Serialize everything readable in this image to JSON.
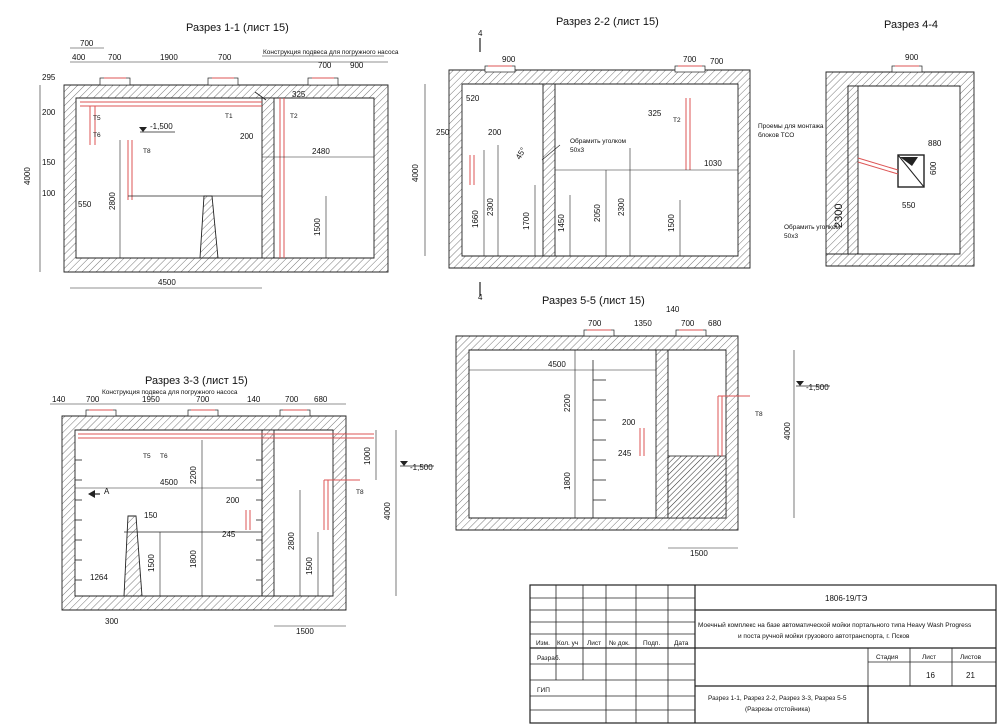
{
  "sections": {
    "s11": {
      "title": "Разрез 1-1 (лист 15)",
      "note": "Конструкция подвеса для погружного насоса",
      "dims": {
        "d700a": "700",
        "d400": "400",
        "d700b": "700",
        "d1900": "1900",
        "d700c": "700",
        "d700d": "700",
        "d900": "900",
        "d295": "295",
        "d200": "200",
        "d150": "150",
        "d100": "100",
        "d4000": "4000",
        "d550": "550",
        "d2800": "2800",
        "d200b": "200",
        "d2480": "2480",
        "d1500": "1500",
        "d4500": "4500",
        "d325": "325",
        "lvl": "-1,500"
      },
      "tags": {
        "t1": "Т1",
        "t2": "Т2",
        "t5": "Т5",
        "t6": "Т6",
        "t8": "Т8"
      }
    },
    "s22": {
      "title": "Разрез 2-2 (лист 15)",
      "dims": {
        "d900": "900",
        "d700": "700",
        "d520": "520",
        "d250": "250",
        "d200": "200",
        "d45": "45°",
        "d325": "325",
        "d4000": "4000",
        "d1660": "1660",
        "d2300": "2300",
        "d1700": "1700",
        "d1450": "1450",
        "d2050": "2050",
        "d2300b": "2300",
        "d1030": "1030",
        "d1500": "1500"
      },
      "note": "Обрамить уголком",
      "note2": "50х3",
      "tag": "Т2",
      "cut": "4"
    },
    "s44": {
      "title": "Разрез 4-4",
      "dims": {
        "d900": "900",
        "d880": "880",
        "d600": "600",
        "d550": "550",
        "d2300": "2300"
      },
      "note1": "Проемы для монтажа",
      "note2": "блоков ТСО",
      "note3": "Обрамить уголком",
      "note4": "50х3"
    },
    "s55": {
      "title": "Разрез 5-5 (лист 15)",
      "dims": {
        "d700": "700",
        "d1350": "1350",
        "d140": "140",
        "d700b": "700",
        "d680": "680",
        "d4500": "4500",
        "d2200": "2200",
        "d200": "200",
        "d245": "245",
        "d1800": "1800",
        "d4000": "4000",
        "d1500": "1500",
        "lvl": "-1,500"
      },
      "tag": "Т8"
    },
    "s33": {
      "title": "Разрез 3-3 (лист 15)",
      "note": "Конструкция подвеса для погружного насоса",
      "dims": {
        "d140": "140",
        "d700": "700",
        "d1950": "1950",
        "d700b": "700",
        "d140b": "140",
        "d700c": "700",
        "d680": "680",
        "d1000": "1000",
        "d4500": "4500",
        "d2200": "2200",
        "d200": "200",
        "d150": "150",
        "d245": "245",
        "d1800": "1800",
        "d1500": "1500",
        "d2800": "2800",
        "d1500b": "1500",
        "d4000": "4000",
        "d1264": "1264",
        "d300": "300",
        "d1500c": "1500",
        "lvl": "-1,500",
        "arrowA": "А"
      },
      "tags": {
        "t5": "Т5",
        "t6": "Т6",
        "t8": "Т8"
      }
    }
  },
  "titleblock": {
    "code": "1806-19/ТЭ",
    "desc1": "Моечный комплекс на базе автоматической мойки портального типа Heavy Wash Progress",
    "desc2": "и поста ручной мойки грузового автотранспорта, г. Псков",
    "h_izm": "Изм.",
    "h_kol": "Кол. уч",
    "h_list": "Лист",
    "h_ndok": "№ док.",
    "h_podp": "Подп.",
    "h_data": "Дата",
    "razrab": "Разраб.",
    "gip": "ГИП",
    "stadia": "Стадия",
    "list": "Лист",
    "listov": "Листов",
    "list_val": "16",
    "listov_val": "21",
    "sheet1": "Разрез 1-1, Разрез 2-2, Разрез 3-3, Разрез 5-5",
    "sheet2": "(Разрезы отстойника)"
  }
}
